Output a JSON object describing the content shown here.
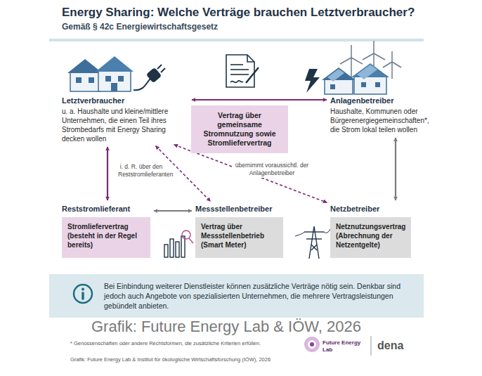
{
  "diagram": {
    "title": "Energy Sharing: Welche Verträge brauchen Letztverbraucher?",
    "nodes": [
      {
        "text": [
          "Letztverbraucher",
          "u. a. Haushalte und kleine/mittlere Unternehmen, die einen Teil ihres Strombedarfs mit Energy Sharing decken wollen"
        ]
      },
      {
        "text": [
          "Vertrag über gemeinsame Stromnutzung sowie Stromliefervertrag"
        ]
      },
      {
        "text": [
          "Anlagenbetreiber",
          "Haushalte, Kommunen oder Bürgerenergiegemeinschaften*, die Strom lokal teilen wollen"
        ]
      },
      {
        "text": [
          "Reststromlieferant",
          "Stromliefervertrag (besteht in der Regel bereits)"
        ]
      },
      {
        "text": [
          "Messstellenbetreiber",
          "Vertrag über Messstellenbetrieb (Smart Meter)"
        ]
      },
      {
        "text": [
          "Netzbetreiber",
          "Netznutzungsvertrag (Abrechnung der Netzentgelte)"
        ]
      },
      {
        "text": [
          "Bei Einbindung weiterer Dienstleister können zusätzliche Verträge nötig sein. Denkbar sind jedoch auch Angebote von spezialisierten Unternehmen, die mehrere Vertragsleistungen gebündelt anbieten."
        ]
      }
    ],
    "edges": [
      {
        "from": 0,
        "to": 2,
        "arrow": "both"
      },
      {
        "from": 0,
        "to": 3,
        "arrow": "both"
      },
      {
        "from": 0,
        "to": 4,
        "label": "i. d. R. über den Reststromlieferanten",
        "arrow": "both"
      },
      {
        "from": 0,
        "to": 5,
        "label": "übernimmt voraussichtl. der Anlagenbetreiber",
        "arrow": "both"
      },
      {
        "from": 2,
        "to": 5,
        "arrow": "both"
      },
      {
        "from": 3,
        "to": 4,
        "arrow": "both"
      }
    ],
    "labels": [
      "Gemäß § 42c Energiewirtschaftsgesetz",
      "* Genossenschaften oder andere Rechtsformen, die zusätzliche Kriterien erfüllen.",
      "Grafik: Future Energy Lab & Institut für ökologische Wirtschaftsforschung (IÖW), 2026",
      "Grafik: Future Energy Lab & IÖW, 2026",
      "Future Energy Lab",
      "dena"
    ]
  }
}
